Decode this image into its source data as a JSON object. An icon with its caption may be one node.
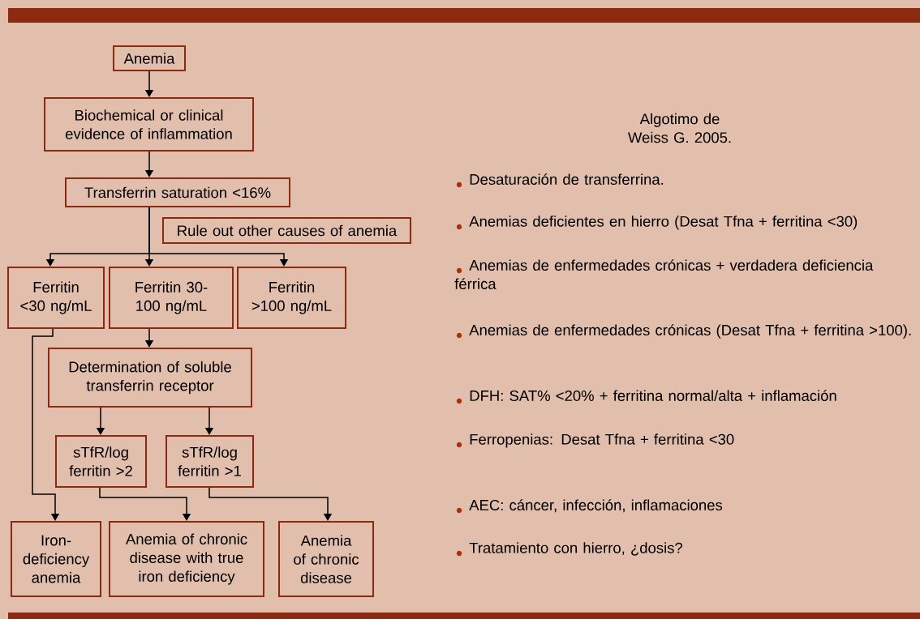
{
  "diagram": {
    "title": "Algotimo de Weiss G. 2005.",
    "nodes": [
      {
        "text": [
          "Anemia"
        ]
      },
      {
        "text": [
          "Biochemical or clinical evidence of inflammation"
        ]
      },
      {
        "text": [
          "Transferrin saturation <16%"
        ]
      },
      {
        "text": [
          "Rule out other causes of anemia"
        ]
      },
      {
        "text": [
          "Ferritin <30 ng/mL"
        ]
      },
      {
        "text": [
          "Ferritin 30-100 ng/mL"
        ]
      },
      {
        "text": [
          "Ferritin >100 ng/mL"
        ]
      },
      {
        "text": [
          "Determination of soluble transferrin receptor"
        ]
      },
      {
        "text": [
          "sTfR/log ferritin >2"
        ]
      },
      {
        "text": [
          "sTfR/log ferritin >1"
        ]
      },
      {
        "text": [
          "Iron-deficiency anemia"
        ]
      },
      {
        "text": [
          "Anemia of chronic disease with true iron deficiency"
        ]
      },
      {
        "text": [
          "Anemia of chronic disease"
        ]
      }
    ],
    "edges": [
      {
        "from": 0,
        "to": 1,
        "arrow": "to"
      },
      {
        "from": 1,
        "to": 2,
        "arrow": "to"
      },
      {
        "from": 2,
        "to": 4,
        "arrow": "to"
      },
      {
        "from": 2,
        "to": 5,
        "arrow": "to"
      },
      {
        "from": 2,
        "to": 6,
        "arrow": "to"
      },
      {
        "from": 5,
        "to": 7,
        "arrow": "to"
      },
      {
        "from": 7,
        "to": 8,
        "arrow": "to"
      },
      {
        "from": 7,
        "to": 9,
        "arrow": "to"
      },
      {
        "from": 4,
        "to": 10,
        "arrow": "to"
      },
      {
        "from": 8,
        "to": 11,
        "arrow": "to"
      },
      {
        "from": 9,
        "to": 12,
        "arrow": "to"
      }
    ],
    "labels": [
      "Desaturación de transferrina.",
      "Anemias deficientes en hierro (Desat Tfna + ferritina <30)",
      "Anemias de enfermedades crónicas + verdadera deficiencia férrica",
      "Anemias de enfermedades crónicas (Desat Tfna + ferritina >100).",
      "DFH: SAT%  <20% + ferritina normal/alta + inflamación",
      "Ferropenias: Desat Tfna + ferritina <30",
      "AEC: cáncer, infección, inflamaciones",
      "Tratamiento con hierro, ¿dosis?"
    ]
  }
}
